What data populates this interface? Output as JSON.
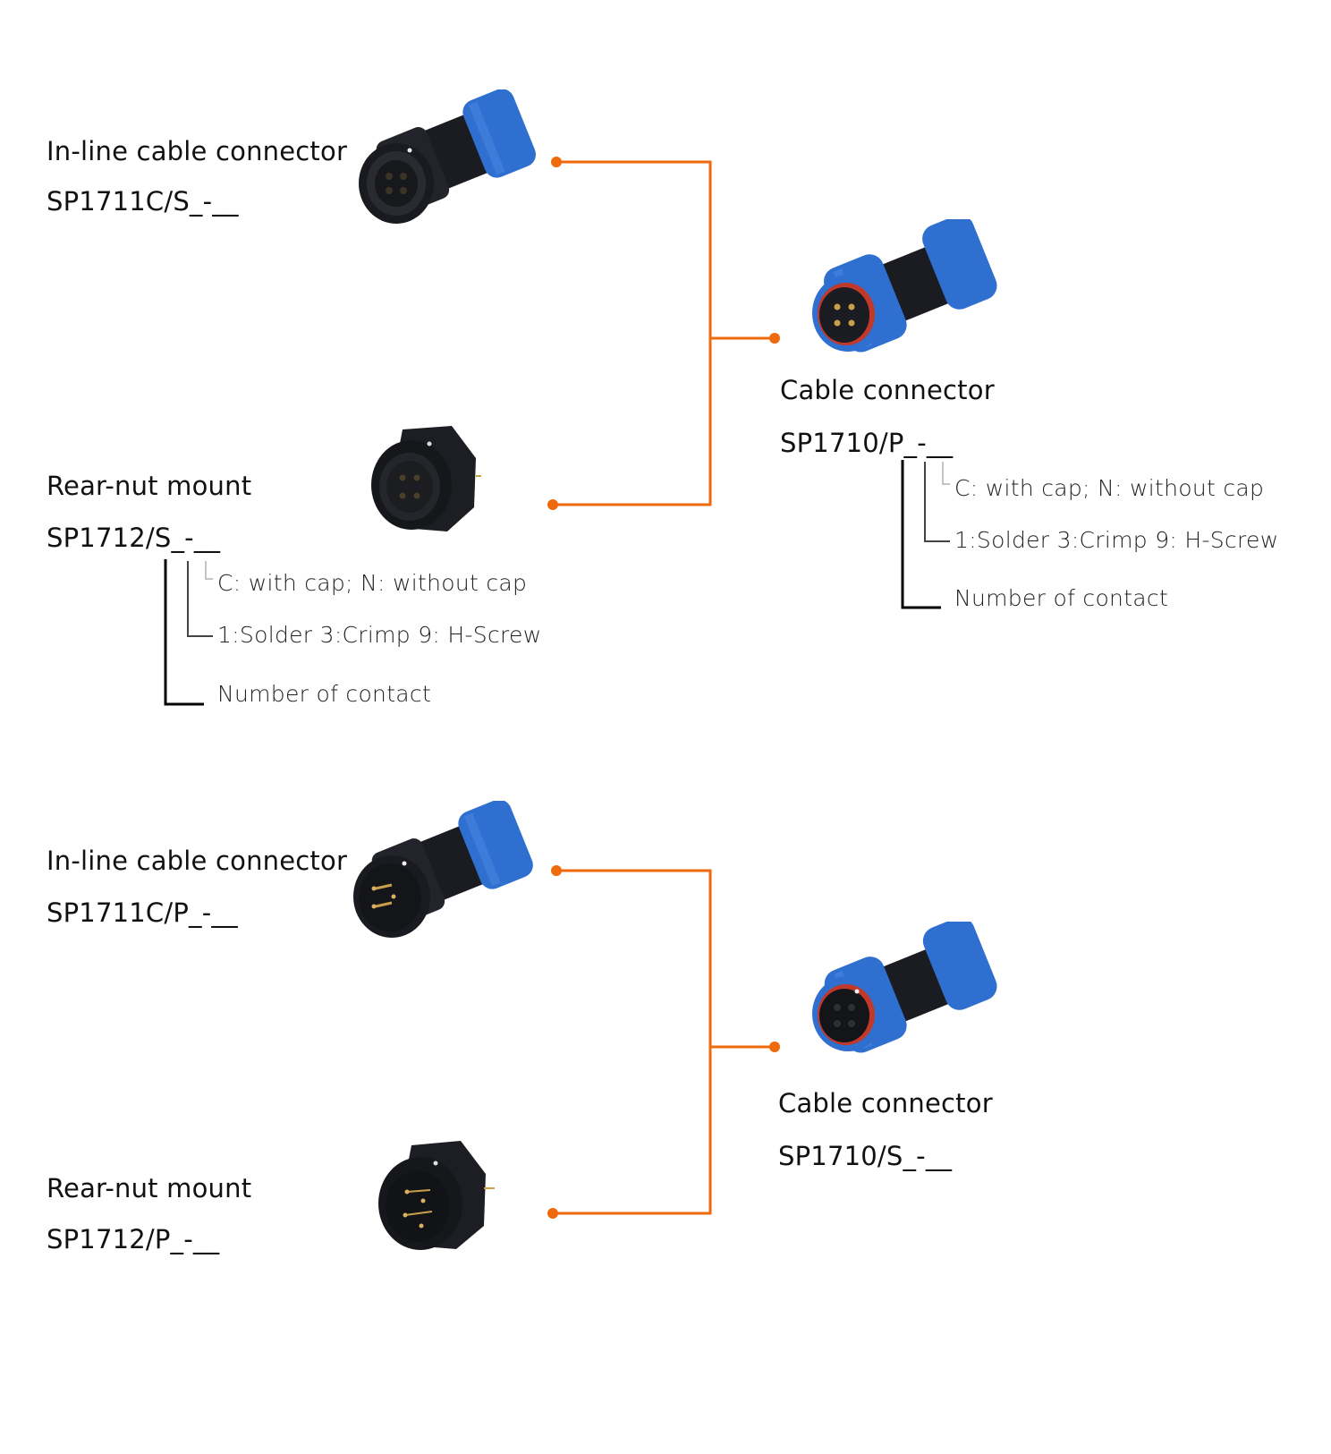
{
  "colors": {
    "connector_line": "#ee6a0c",
    "text": "#111111",
    "blue_nut": "#2f6fd0",
    "body_black": "#1b1c22",
    "pin_gold": "#c9a04a"
  },
  "groups": [
    {
      "id": "socket-set",
      "left_items": [
        {
          "title": "In-line cable connector",
          "code": "SP1711C/S_-__",
          "image": "in-line-female-connector-image"
        },
        {
          "title": "Rear-nut mount",
          "code": "SP1712/S_-__",
          "image": "rear-nut-female-socket-image",
          "legend": [
            "C: with cap; N: without cap",
            "1:Solder 3:Crimp 9: H-Screw",
            "Number of contact"
          ]
        }
      ],
      "right_item": {
        "title": "Cable connector",
        "code": "SP1710/P_-__",
        "image": "cable-male-connector-image",
        "legend": [
          "C: with cap; N: without cap",
          "1:Solder 3:Crimp 9: H-Screw",
          "Number of contact"
        ]
      }
    },
    {
      "id": "plug-set",
      "left_items": [
        {
          "title": "In-line cable connector",
          "code": "SP1711C/P_-__",
          "image": "in-line-male-connector-image"
        },
        {
          "title": "Rear-nut mount",
          "code": "SP1712/P_-__",
          "image": "rear-nut-male-socket-image"
        }
      ],
      "right_item": {
        "title": "Cable connector",
        "code": "SP1710/S_-__",
        "image": "cable-female-connector-image"
      }
    }
  ]
}
